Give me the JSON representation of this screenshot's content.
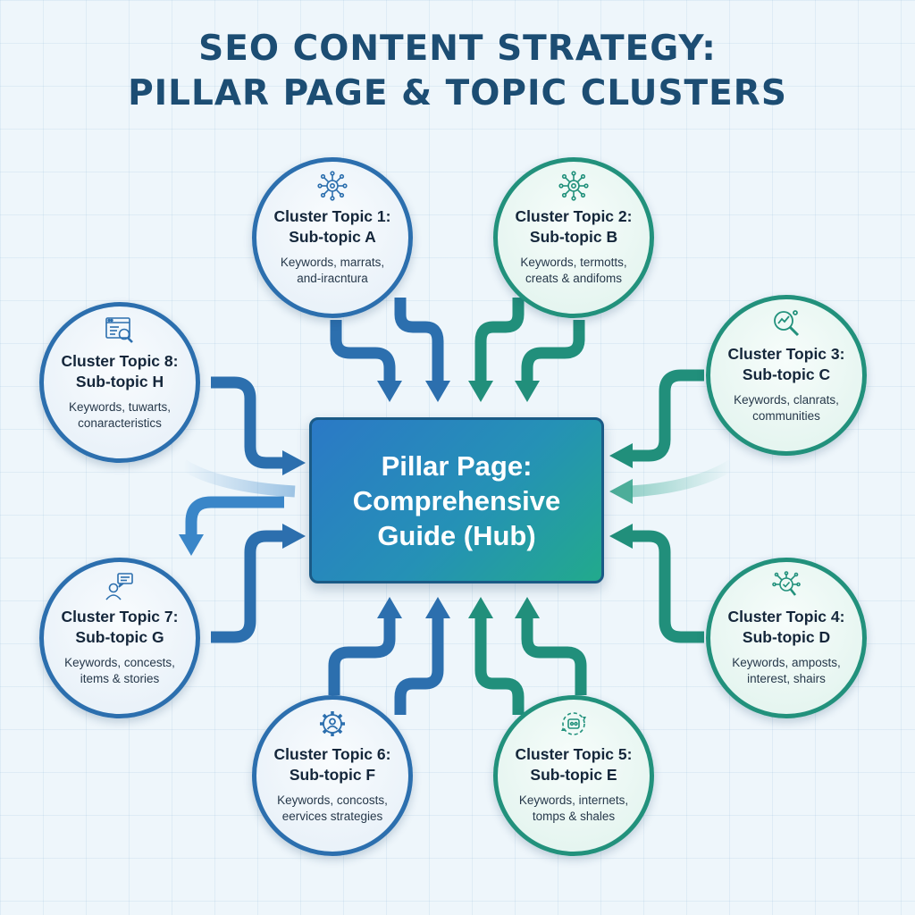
{
  "title": {
    "line1": "SEO CONTENT STRATEGY:",
    "line2": "PILLAR PAGE & TOPIC CLUSTERS"
  },
  "hub": {
    "line1": "Pillar Page:",
    "line2": "Comprehensive",
    "line3": "Guide (Hub)"
  },
  "colors": {
    "title": "#1c4d73",
    "blue": "#2c6fae",
    "teal": "#22917c",
    "hub_start": "#2b79c6",
    "hub_end": "#22aa8c"
  },
  "clusters": [
    {
      "title": "Cluster Topic 1:",
      "subtopic": "Sub-topic A",
      "keywords1": "Keywords, marrats,",
      "keywords2": "and-iracntura",
      "icon": "network-icon",
      "color": "blue"
    },
    {
      "title": "Cluster Topic 2:",
      "subtopic": "Sub-topic B",
      "keywords1": "Keywords, termotts,",
      "keywords2": "creats & andifoms",
      "icon": "network-icon",
      "color": "teal"
    },
    {
      "title": "Cluster Topic 3:",
      "subtopic": "Sub-topic C",
      "keywords1": "Keywords, clanrats,",
      "keywords2": "communities",
      "icon": "analytics-magnifier-icon",
      "color": "teal"
    },
    {
      "title": "Cluster Topic 4:",
      "subtopic": "Sub-topic D",
      "keywords1": "Keywords, amposts,",
      "keywords2": "interest, shairs",
      "icon": "search-network-icon",
      "color": "teal"
    },
    {
      "title": "Cluster Topic 5:",
      "subtopic": "Sub-topic E",
      "keywords1": "Keywords, internets,",
      "keywords2": "tomps & shales",
      "icon": "cycle-chip-icon",
      "color": "teal"
    },
    {
      "title": "Cluster Topic 6:",
      "subtopic": "Sub-topic F",
      "keywords1": "Keywords, concosts,",
      "keywords2": "eervices strategies",
      "icon": "gear-user-icon",
      "color": "blue"
    },
    {
      "title": "Cluster Topic 7:",
      "subtopic": "Sub-topic G",
      "keywords1": "Keywords, concests,",
      "keywords2": "items & stories",
      "icon": "user-chat-icon",
      "color": "blue"
    },
    {
      "title": "Cluster Topic 8:",
      "subtopic": "Sub-topic H",
      "keywords1": "Keywords, tuwarts,",
      "keywords2": "conaracteristics",
      "icon": "browser-search-icon",
      "color": "blue"
    }
  ]
}
